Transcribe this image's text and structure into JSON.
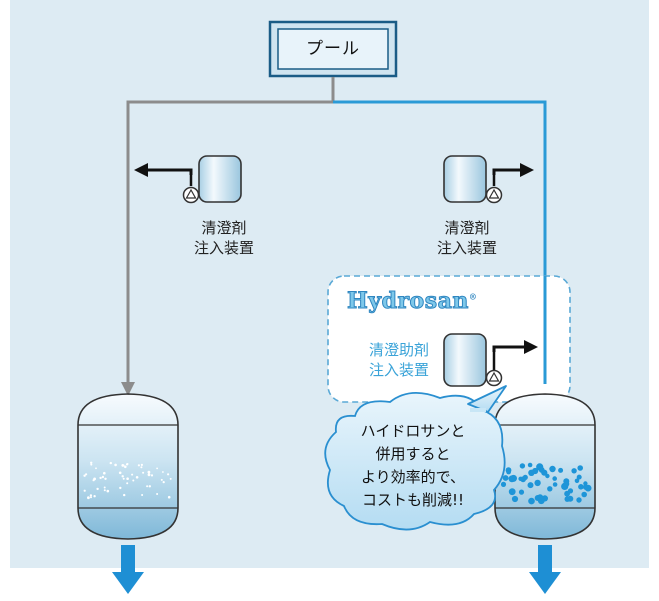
{
  "pool": {
    "label": "プール"
  },
  "left_device": {
    "line1": "清澄剤",
    "line2": "注入装置"
  },
  "right_device": {
    "line1": "清澄剤",
    "line2": "注入装置"
  },
  "hydrosan": {
    "brand": "Hydrosan",
    "mark": "®",
    "line1": "清澄助剤",
    "line2": "注入装置"
  },
  "bubble": {
    "line1": "ハイドロサンと",
    "line2": "併用すると",
    "line3": "より効率的で、",
    "line4": "コストも削減!!"
  },
  "colors": {
    "background": "#ddebf3",
    "gray_pipe": "#8c8c8c",
    "blue_pipe": "#2a9ad6",
    "outflow_arrow": "#1e8fd4",
    "accent_text": "#3aa3d8"
  }
}
